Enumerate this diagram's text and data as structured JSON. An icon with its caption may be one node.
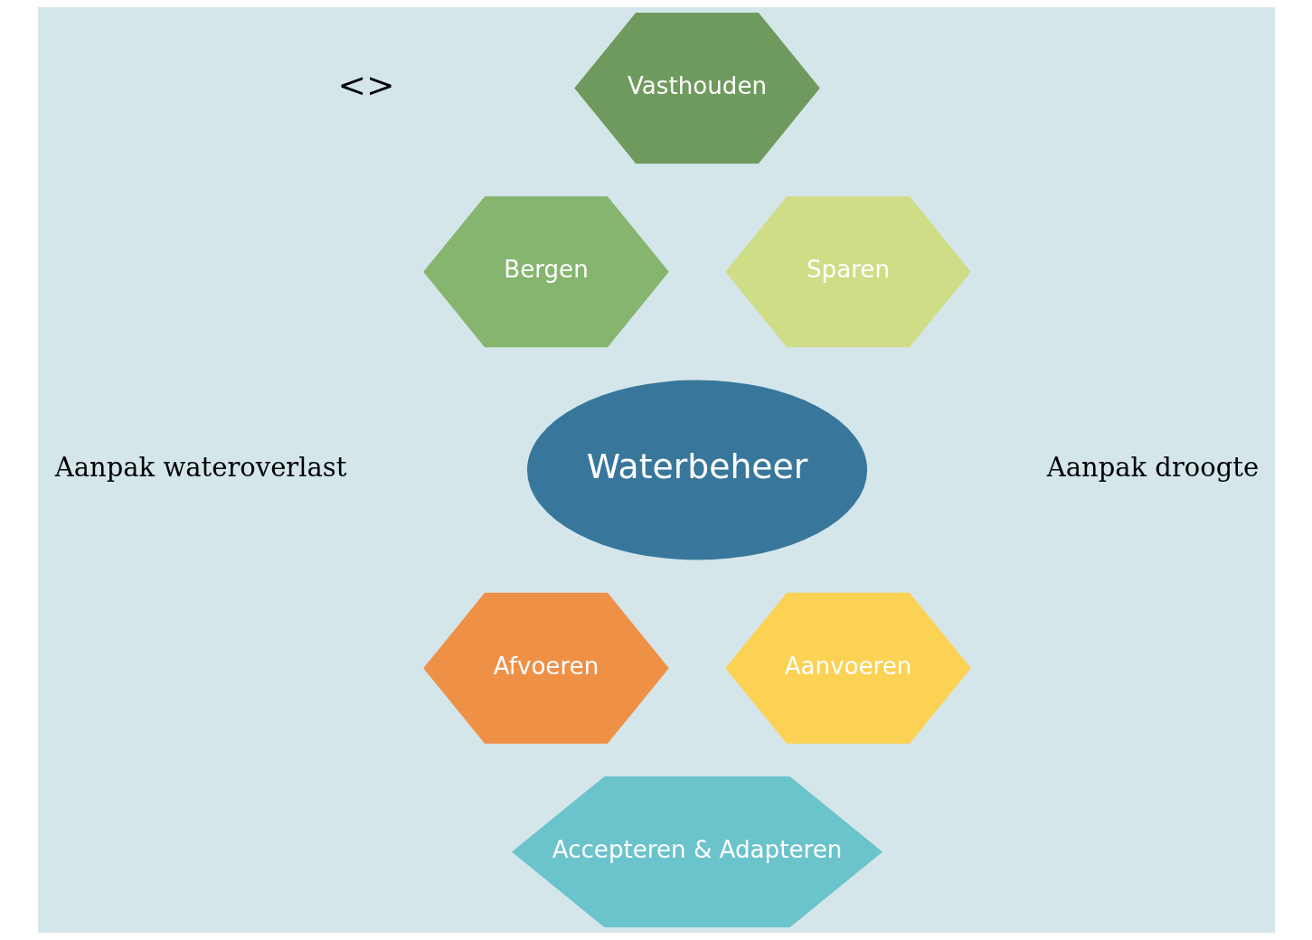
{
  "diagram": {
    "nodes": [
      {
        "text": [
          "Vasthouden"
        ]
      },
      {
        "text": [
          "Bergen"
        ]
      },
      {
        "text": [
          "Sparen"
        ]
      },
      {
        "text": [
          "Waterbeheer"
        ]
      },
      {
        "text": [
          "Afvoeren"
        ]
      },
      {
        "text": [
          "Aanvoeren"
        ]
      },
      {
        "text": [
          "Accepteren & Adapteren"
        ]
      }
    ],
    "labels": [
      "<>",
      "Aanpak wateroverlast",
      "Aanpak droogte"
    ]
  }
}
